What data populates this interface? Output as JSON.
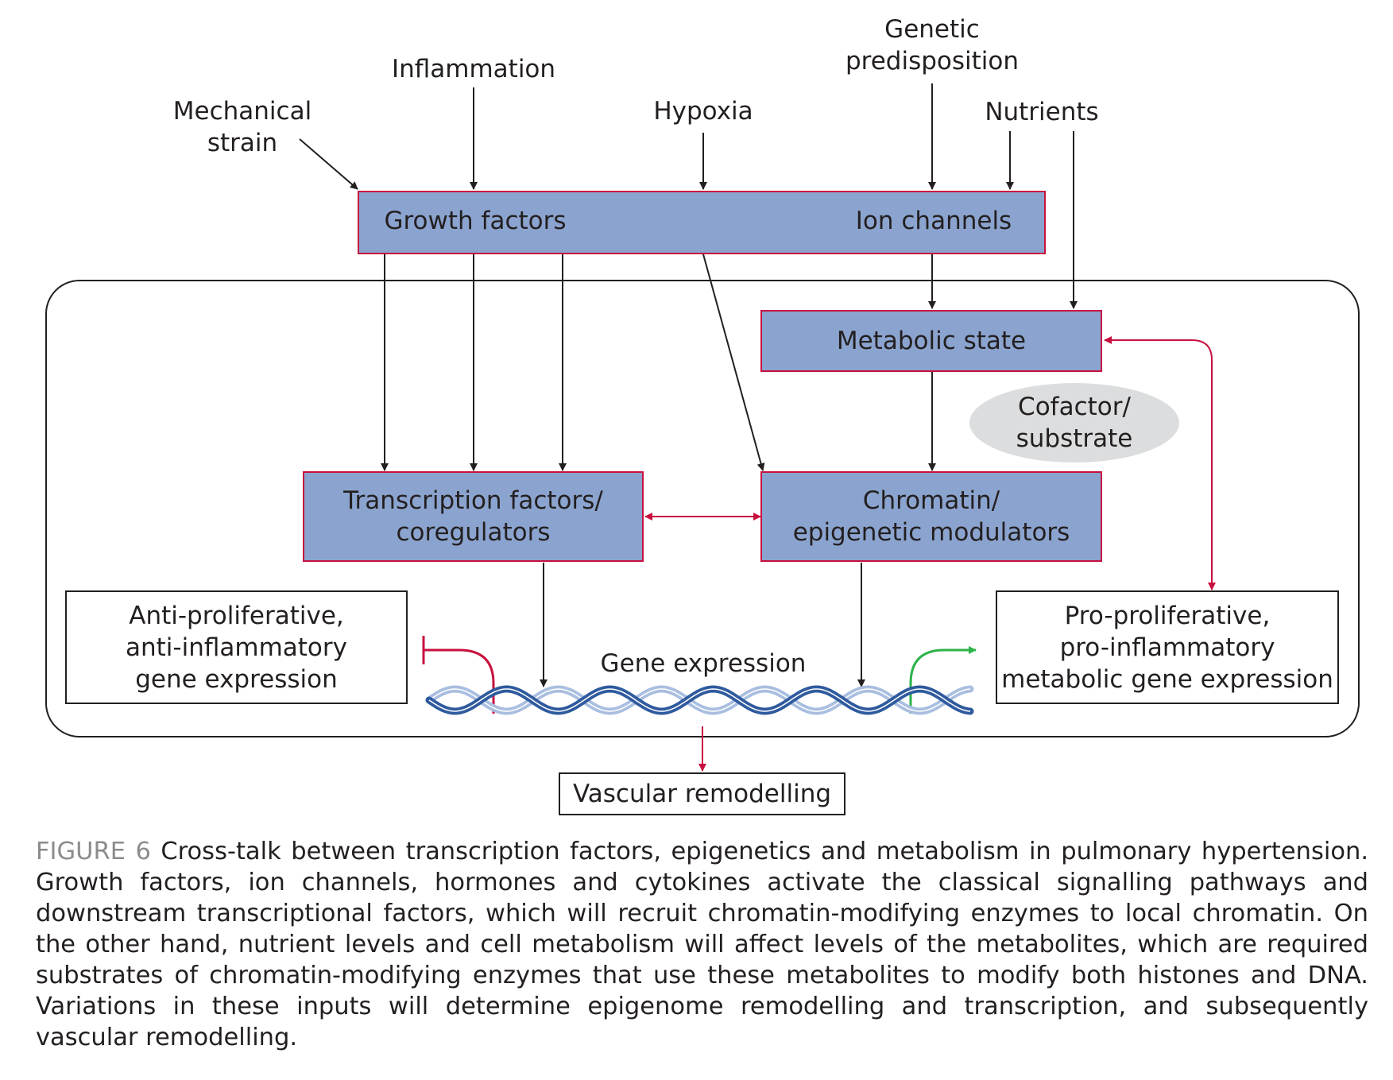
{
  "inputs": {
    "mechanical_strain": [
      "Mechanical",
      "strain"
    ],
    "inflammation": "Inflammation",
    "hypoxia": "Hypoxia",
    "genetic_predisposition": [
      "Genetic",
      "predisposition"
    ],
    "nutrients": "Nutrients"
  },
  "top_box": {
    "growth_factors": "Growth factors",
    "ion_channels": "Ion channels"
  },
  "metabolic_state": "Metabolic state",
  "cofactor": [
    "Cofactor/",
    "substrate"
  ],
  "transcription_factors": [
    "Transcription factors/",
    "coregulators"
  ],
  "chromatin": [
    "Chromatin/",
    "epigenetic modulators"
  ],
  "anti_proliferative": [
    "Anti-proliferative,",
    "anti-inflammatory",
    "gene expression"
  ],
  "pro_proliferative": [
    "Pro-proliferative,",
    "pro-inflammatory",
    "metabolic gene expression"
  ],
  "gene_expression": "Gene expression",
  "vascular_remodelling": "Vascular remodelling",
  "caption": {
    "label": "FIGURE 6",
    "text": "Cross-talk between transcription factors, epigenetics and metabolism in pulmonary hypertension. Growth factors, ion channels, hormones and cytokines activate the classical signalling pathways and downstream transcriptional factors, which will recruit chromatin-modifying enzymes to local chromatin. On the other hand, nutrient levels and cell metabolism will affect levels of the metabolites, which are required substrates of chromatin-modifying enzymes that use these metabolites to modify both histones and DNA. Variations in these inputs will determine epigenome remodelling and transcription, and subsequently vascular remodelling."
  },
  "colors": {
    "box_fill": "#8ba4cf",
    "box_border": "#c8103f",
    "inhibit": "#c8103f",
    "activate": "#2db34a",
    "ellipse": "#dcddde",
    "dna_dark": "#2f5a9e",
    "dna_light": "#a9bee0"
  }
}
